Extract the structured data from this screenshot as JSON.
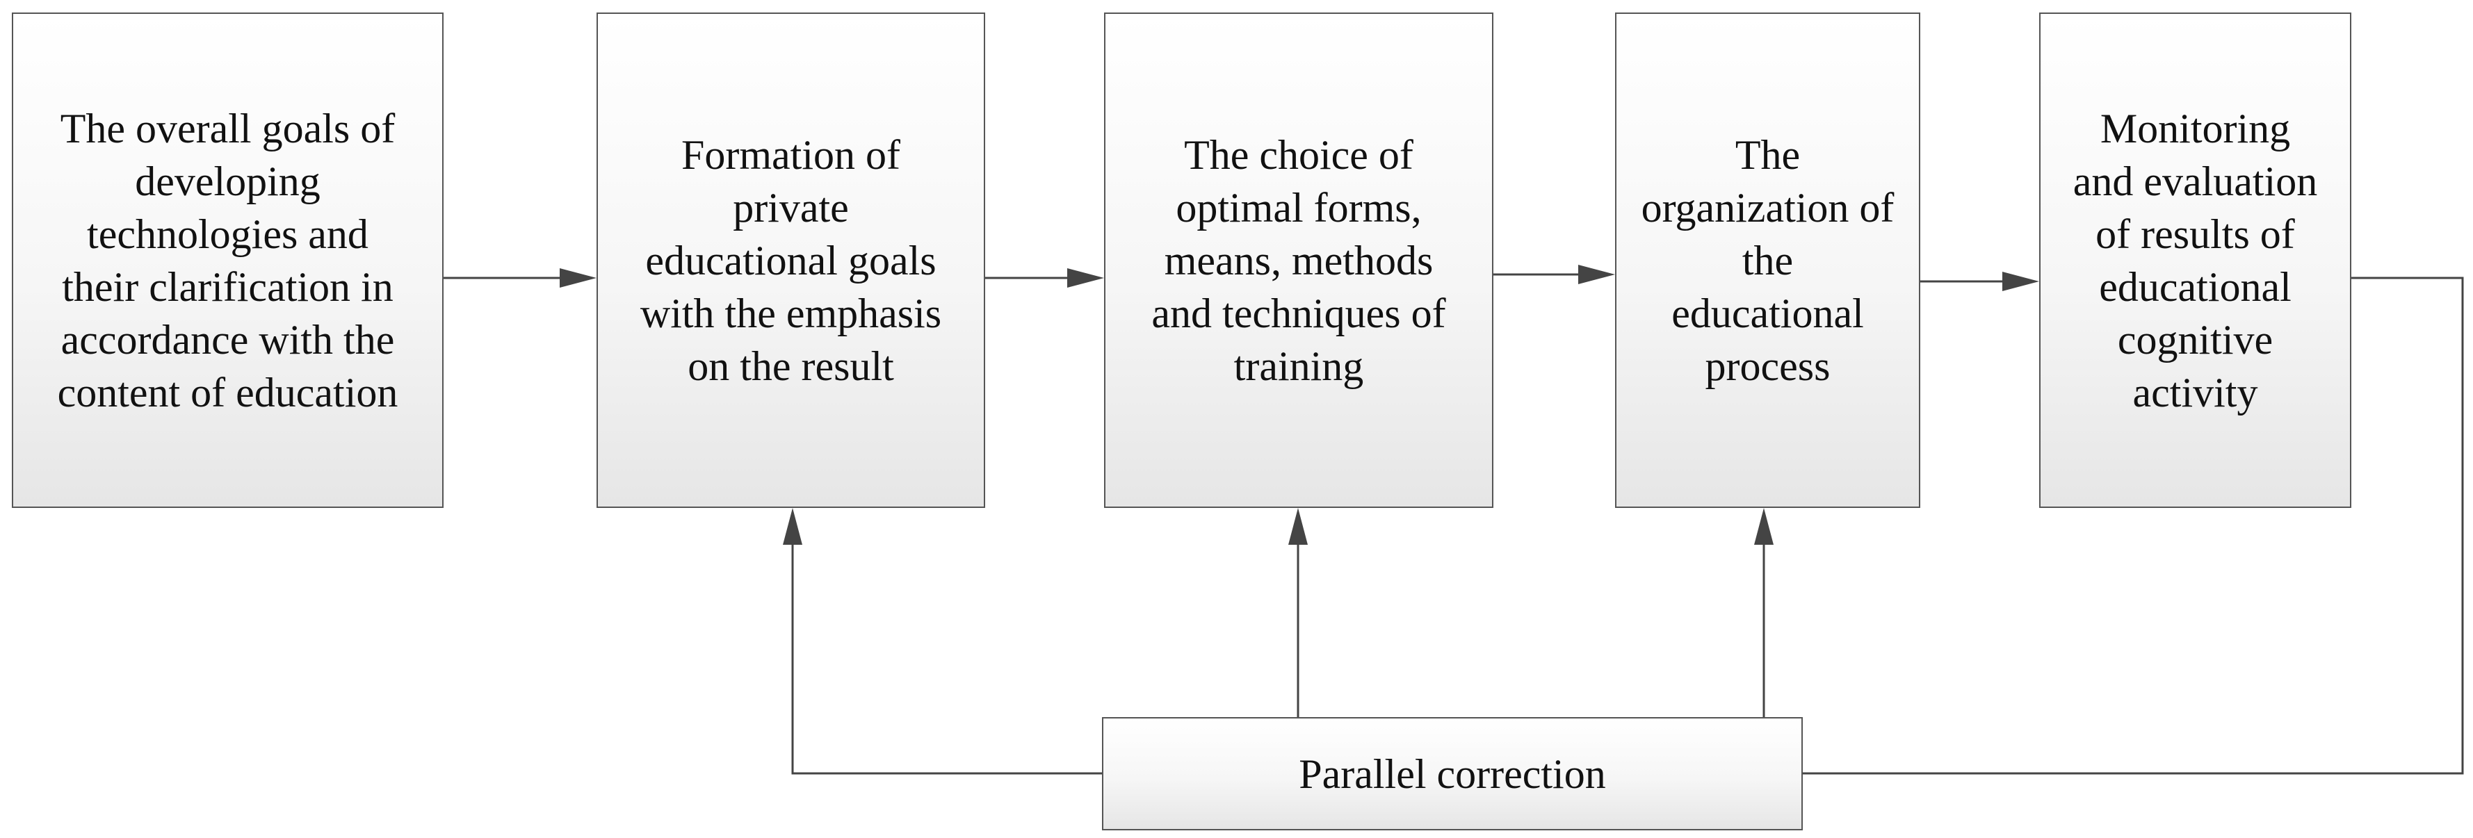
{
  "diagram": {
    "boxes": [
      {
        "id": "overall-goals",
        "text": "The overall goals of\ndeveloping\ntechnologies and\ntheir clarification in\naccordance with the\ncontent of education"
      },
      {
        "id": "private-goals",
        "text": "Formation of\nprivate\neducational goals\nwith the emphasis\non the result"
      },
      {
        "id": "choice-of-forms",
        "text": "The choice of\noptimal forms,\nmeans, methods\nand techniques of\ntraining"
      },
      {
        "id": "organization",
        "text": "The\norganization of\nthe\neducational\nprocess"
      },
      {
        "id": "monitoring",
        "text": "Monitoring\nand evaluation\nof results of\neducational\ncognitive\nactivity"
      },
      {
        "id": "parallel-correction",
        "text": "Parallel correction"
      }
    ],
    "connections": [
      {
        "from": "overall-goals",
        "to": "private-goals",
        "direction": "right"
      },
      {
        "from": "private-goals",
        "to": "choice-of-forms",
        "direction": "right"
      },
      {
        "from": "choice-of-forms",
        "to": "organization",
        "direction": "right"
      },
      {
        "from": "organization",
        "to": "monitoring",
        "direction": "right"
      },
      {
        "from": "monitoring",
        "to": "parallel-correction",
        "direction": "feedback"
      },
      {
        "from": "parallel-correction",
        "to": "private-goals",
        "direction": "up"
      },
      {
        "from": "parallel-correction",
        "to": "choice-of-forms",
        "direction": "up"
      },
      {
        "from": "parallel-correction",
        "to": "organization",
        "direction": "up"
      }
    ],
    "colors": {
      "line": "#444444",
      "border": "#555555",
      "text": "#111111"
    }
  }
}
